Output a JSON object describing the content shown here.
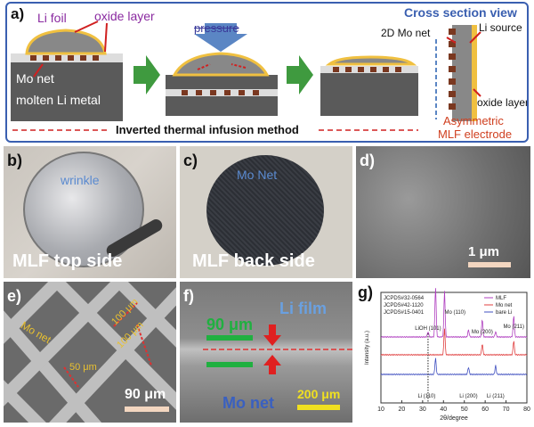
{
  "panel_a": {
    "label": "a)",
    "li_foil": "Li foil",
    "oxide_layer": "oxide layer",
    "pressure": "pressure",
    "mo_net": "Mo net",
    "molten_li": "molten Li metal",
    "method": "Inverted thermal infusion method",
    "cross_title": "Cross section view",
    "mo_2d": "2D Mo net",
    "li_source": "Li source",
    "oxide_layer_2": "oxide layer",
    "asym_line1": "Asymmetric",
    "asym_line2": "MLF electrode"
  },
  "panel_b": {
    "label": "b)",
    "wrinkle": "wrinkle",
    "caption": "MLF top side"
  },
  "panel_c": {
    "label": "c)",
    "mo_net": "Mo Net",
    "caption": "MLF back side"
  },
  "panel_d": {
    "label": "d)",
    "scale": "1 μm"
  },
  "panel_e": {
    "label": "e)",
    "mo_net": "Mo net",
    "d100a": "100 μm",
    "d100b": "100 μm",
    "d50": "50 μm",
    "scale": "90 μm"
  },
  "panel_f": {
    "label": "f)",
    "thickness": "90 μm",
    "li_film": "Li film",
    "mo_net": "Mo net",
    "scale": "200 μm"
  },
  "panel_g": {
    "label": "g)"
  },
  "chart_data": {
    "type": "line",
    "xlabel": "2θ/degree",
    "ylabel": "Intensity (a.u.)",
    "xlim": [
      10,
      80
    ],
    "xticks": [
      10,
      20,
      30,
      40,
      50,
      60,
      70,
      80
    ],
    "jcpds": [
      "JCPDS#32-0564",
      "JCPDS#42-1120",
      "JCPDS#15-0401"
    ],
    "legend": [
      "MLF",
      "Mo net",
      "bare Li"
    ],
    "colors": [
      "#b040c0",
      "#e04040",
      "#4050c0"
    ],
    "peak_labels": [
      {
        "text": "LiOH (101)",
        "x": 32.6
      },
      {
        "text": "Mo (110)",
        "x": 40.5
      },
      {
        "text": "Mo (200)",
        "x": 58.6
      },
      {
        "text": "Mo (211)",
        "x": 73.7
      },
      {
        "text": "Li (110)",
        "x": 36.2
      },
      {
        "text": "Li (200)",
        "x": 52.0
      },
      {
        "text": "Li (211)",
        "x": 65.0
      }
    ]
  }
}
